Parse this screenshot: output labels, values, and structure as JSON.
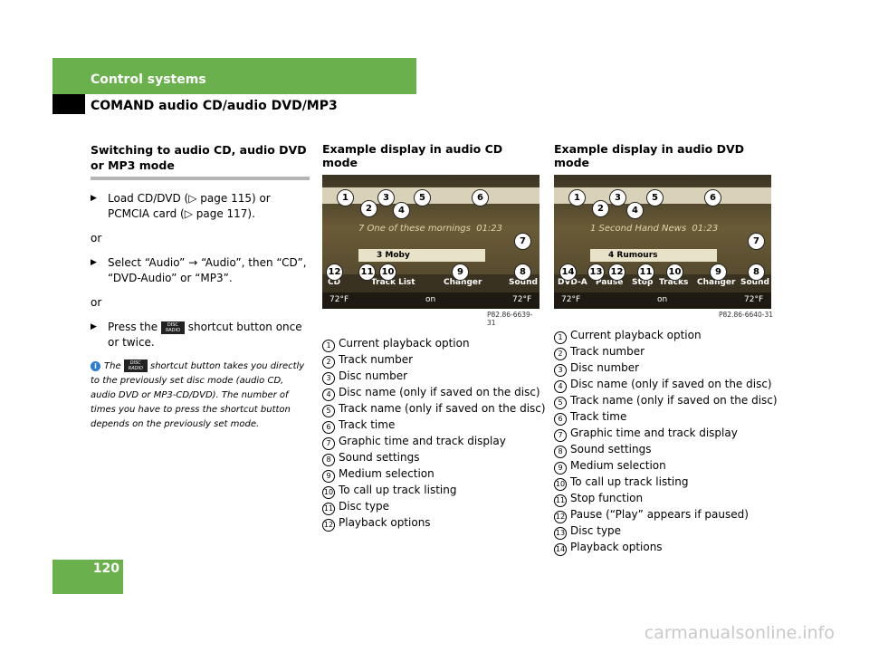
{
  "header": {
    "chapter": "Control systems",
    "section": "COMAND audio CD/audio DVD/MP3",
    "page_number": "120"
  },
  "left": {
    "subhead": "Switching to audio CD, audio DVD or MP3 mode",
    "step1": "Load CD/DVD (▷ page 115) or PCMCIA card (▷ page 117).",
    "or1": "or",
    "step2": "Select “Audio” → “Audio”, then “CD”, “DVD-Audio” or “MP3”.",
    "or2": "or",
    "step3_a": "Press the",
    "step3_b": "shortcut button once or twice.",
    "note_a": "The",
    "note_b": "shortcut button takes you directly to the previously set disc mode (audio CD, audio DVD or MP3-CD/DVD). The number of times you have to press the shortcut button depends on the previously set mode.",
    "key_label": "DISC RADIO"
  },
  "cd": {
    "heading": "Example display in audio CD mode",
    "figure_code": "P82.86-6639-31",
    "screen": {
      "now_playing": "7 One of these mornings",
      "time": "01:23",
      "track_name": "3 Moby",
      "menu": [
        "CD",
        "Track List",
        "Changer",
        "Sound"
      ],
      "temp_left": "72°F",
      "temp_right": "72°F",
      "on": "on"
    },
    "legend": [
      "Current playback option",
      "Track number",
      "Disc number",
      "Disc name (only if saved on the disc)",
      "Track name (only if saved on the disc)",
      "Track time",
      "Graphic time and track display",
      "Sound settings",
      "Medium selection",
      "To call up track listing",
      "Disc type",
      "Playback options"
    ]
  },
  "dvd": {
    "heading": "Example display in audio DVD mode",
    "figure_code": "P82.86-6640-31",
    "screen": {
      "now_playing": "1 Second Hand News",
      "time": "01:23",
      "track_name": "4 Rumours",
      "menu": [
        "DVD-A",
        "Pause",
        "Stop",
        "Tracks",
        "Changer",
        "Sound"
      ],
      "temp_left": "72°F",
      "temp_right": "72°F",
      "on": "on"
    },
    "legend": [
      "Current playback option",
      "Track number",
      "Disc number",
      "Disc name (only if saved on the disc)",
      "Track name (only if saved on the disc)",
      "Track time",
      "Graphic time and track display",
      "Sound settings",
      "Medium selection",
      "To call up track listing",
      "Stop function",
      "Pause (“Play” appears if paused)",
      "Disc type",
      "Playback options"
    ]
  },
  "watermark": "carmanualsonline.info"
}
